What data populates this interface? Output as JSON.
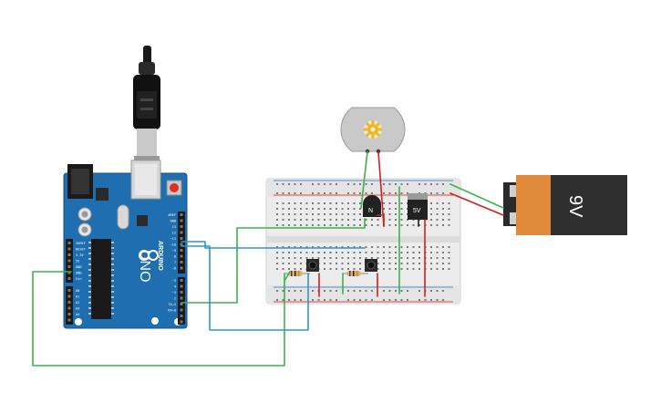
{
  "canvas": {
    "background": "#ffffff"
  },
  "arduino": {
    "board_color": "#1f6fb0",
    "logo_text": "UNO",
    "brand_text": "ARDUINO",
    "power_labels": [
      "IOREF",
      "RESET",
      "3.3V",
      "5V",
      "GND",
      "GND",
      "Vin"
    ],
    "analog_labels": [
      "A0",
      "A1",
      "A2",
      "A3",
      "A4",
      "A5"
    ],
    "digital_labels": [
      "AREF",
      "GND",
      "13",
      "12",
      "~11",
      "~10",
      "~9",
      "8",
      "7",
      "~6",
      "~5",
      "4",
      "~3",
      "2",
      "TX→1",
      "RX←0"
    ]
  },
  "battery": {
    "label": "9V",
    "body_color": "#e08a3c",
    "cap_color": "#2f2f2f"
  },
  "regulator": {
    "label": "5V"
  },
  "transistor": {
    "label": "N"
  },
  "wire_colors": {
    "green": "#3db34a",
    "red": "#d32020",
    "blue": "#2a97c9",
    "black": "#222222"
  },
  "icons": {
    "usb": "usb-cable-icon",
    "motor": "dc-motor-icon",
    "button": "push-button-icon",
    "resistor": "resistor-icon"
  }
}
